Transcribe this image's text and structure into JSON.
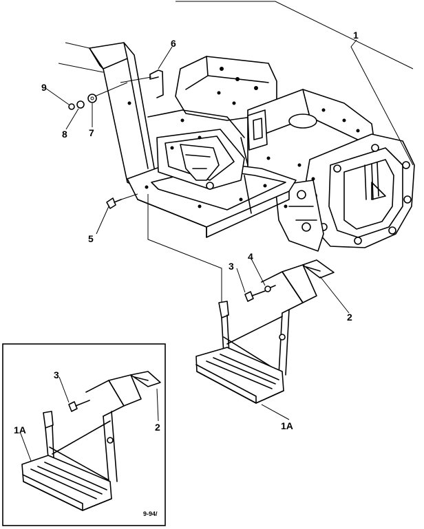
{
  "callouts": {
    "c1": "1",
    "c2": "2",
    "c3": "3",
    "c4": "4",
    "c5": "5",
    "c6": "6",
    "c7": "7",
    "c8": "8",
    "c9": "9",
    "c1a": "1A",
    "inset_c3": "3",
    "inset_c2": "2",
    "inset_c1a": "1A"
  },
  "figure_code": "9-94/"
}
